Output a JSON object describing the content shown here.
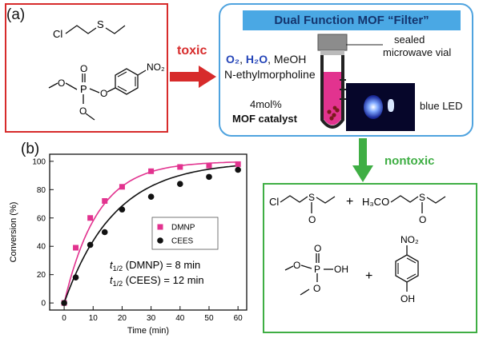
{
  "panel_a_label": "(a)",
  "panel_b_label": "(b)",
  "toxic_label": "toxic",
  "nontoxic_label": "nontoxic",
  "filter_title": "Dual Function MOF “Filter”",
  "vial": {
    "line1": "sealed",
    "line2": "microwave vial"
  },
  "reagents": {
    "o2": "O₂",
    "h2o": "H₂O",
    "rest": ", MeOH",
    "base": "N-ethylmorpholine"
  },
  "catalyst": {
    "loading": "4mol%",
    "name": "MOF catalyst"
  },
  "led_label": "blue LED",
  "molecules": {
    "cees_cl": "Cl",
    "cees_s": "S",
    "dmnp_p": "P",
    "dmnp_no2": "NO₂",
    "product_cl": "Cl",
    "product_s": "S",
    "product_o": "O",
    "product_h3co": "H₃CO",
    "product_s2": "S",
    "product_o2": "O",
    "product_p": "P",
    "product_oh": "OH",
    "product_no2": "NO₂",
    "product_oh2": "OH",
    "plus1": "+",
    "plus2": "+",
    "dmnp_o_labels": [
      "O",
      "O",
      "O",
      "O"
    ],
    "prod_p_o_labels": [
      "O",
      "O",
      "O"
    ]
  },
  "colors": {
    "dmnp": "#e2338f",
    "cees": "#111111",
    "toxic": "#d72b2b",
    "nontoxic": "#3fae44",
    "accent_blue": "#4aa8e4",
    "reagent_blue": "#2545b8"
  },
  "chart_data": {
    "type": "scatter",
    "xlabel": "Time (min)",
    "ylabel": "Conversion (%)",
    "xlim": [
      -5,
      63
    ],
    "ylim": [
      -5,
      105
    ],
    "xticks": [
      0,
      10,
      20,
      30,
      40,
      50,
      60
    ],
    "yticks": [
      0,
      20,
      40,
      60,
      80,
      100
    ],
    "legend_position": "right-middle",
    "annotations": [
      {
        "pre": "t",
        "sub": "1/2",
        "post": " (DMNP) = 8 min"
      },
      {
        "pre": "t",
        "sub": "1/2",
        "post": " (CEES) = 12 min"
      }
    ],
    "series": [
      {
        "name": "DMNP",
        "marker": "square",
        "color": "#e2338f",
        "x": [
          0,
          4,
          9,
          14,
          20,
          30,
          40,
          50,
          60
        ],
        "y": [
          0,
          39,
          60,
          72,
          82,
          93,
          96,
          97,
          98
        ],
        "fit_half_life": 8
      },
      {
        "name": "CEES",
        "marker": "circle",
        "color": "#111111",
        "x": [
          0,
          4,
          9,
          14,
          20,
          30,
          40,
          50,
          60
        ],
        "y": [
          0,
          18,
          41,
          50,
          66,
          75,
          84,
          89,
          94
        ],
        "fit_half_life": 12
      }
    ]
  }
}
